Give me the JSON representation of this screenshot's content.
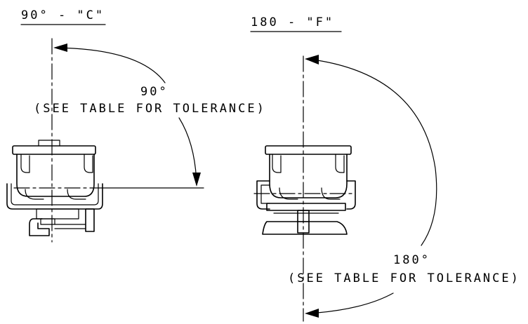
{
  "views": [
    {
      "title": "90° - \"C\"",
      "angle_label": "90°",
      "tolerance_note": "(SEE TABLE FOR TOLERANCE)"
    },
    {
      "title": "180 - \"F\"",
      "angle_label": "180°",
      "tolerance_note": "(SEE TABLE FOR TOLERANCE)"
    }
  ]
}
